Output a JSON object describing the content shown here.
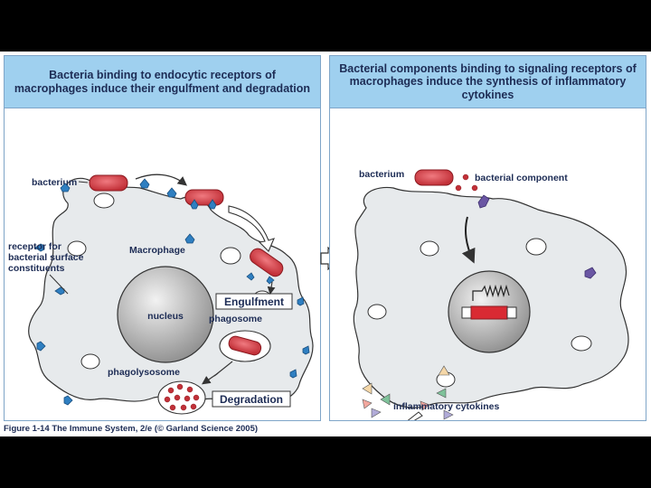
{
  "left_panel": {
    "title": "Bacteria binding to endocytic receptors of macrophages induce their engulfment and degradation",
    "labels": {
      "bacterium": "bacterium",
      "receptor_line1": "receptor for",
      "receptor_line2": "bacterial surface",
      "receptor_line3": "constituents",
      "macrophage": "Macrophage",
      "nucleus": "nucleus",
      "phagosome": "phagosome",
      "phagolysosome": "phagolysosome",
      "engulfment": "Engulfment",
      "degradation": "Degradation"
    }
  },
  "right_panel": {
    "title": "Bacterial components binding to signaling receptors of macrophages induce the synthesis of inflammatory cytokines",
    "labels": {
      "bacterium": "bacterium",
      "bacterial_component": "bacterial component",
      "cytokines": "inflammatory cytokines"
    }
  },
  "caption": "Figure 1-14 The Immune System, 2/e (© Garland Science 2005)",
  "colors": {
    "header_fill": "#9fd0ef",
    "cell_fill": "#e7eaec",
    "bacterium": "#d9474f",
    "receptor": "#2f7fc1",
    "signaling_receptor": "#6a56a3",
    "gene_box": "#d92a33"
  }
}
